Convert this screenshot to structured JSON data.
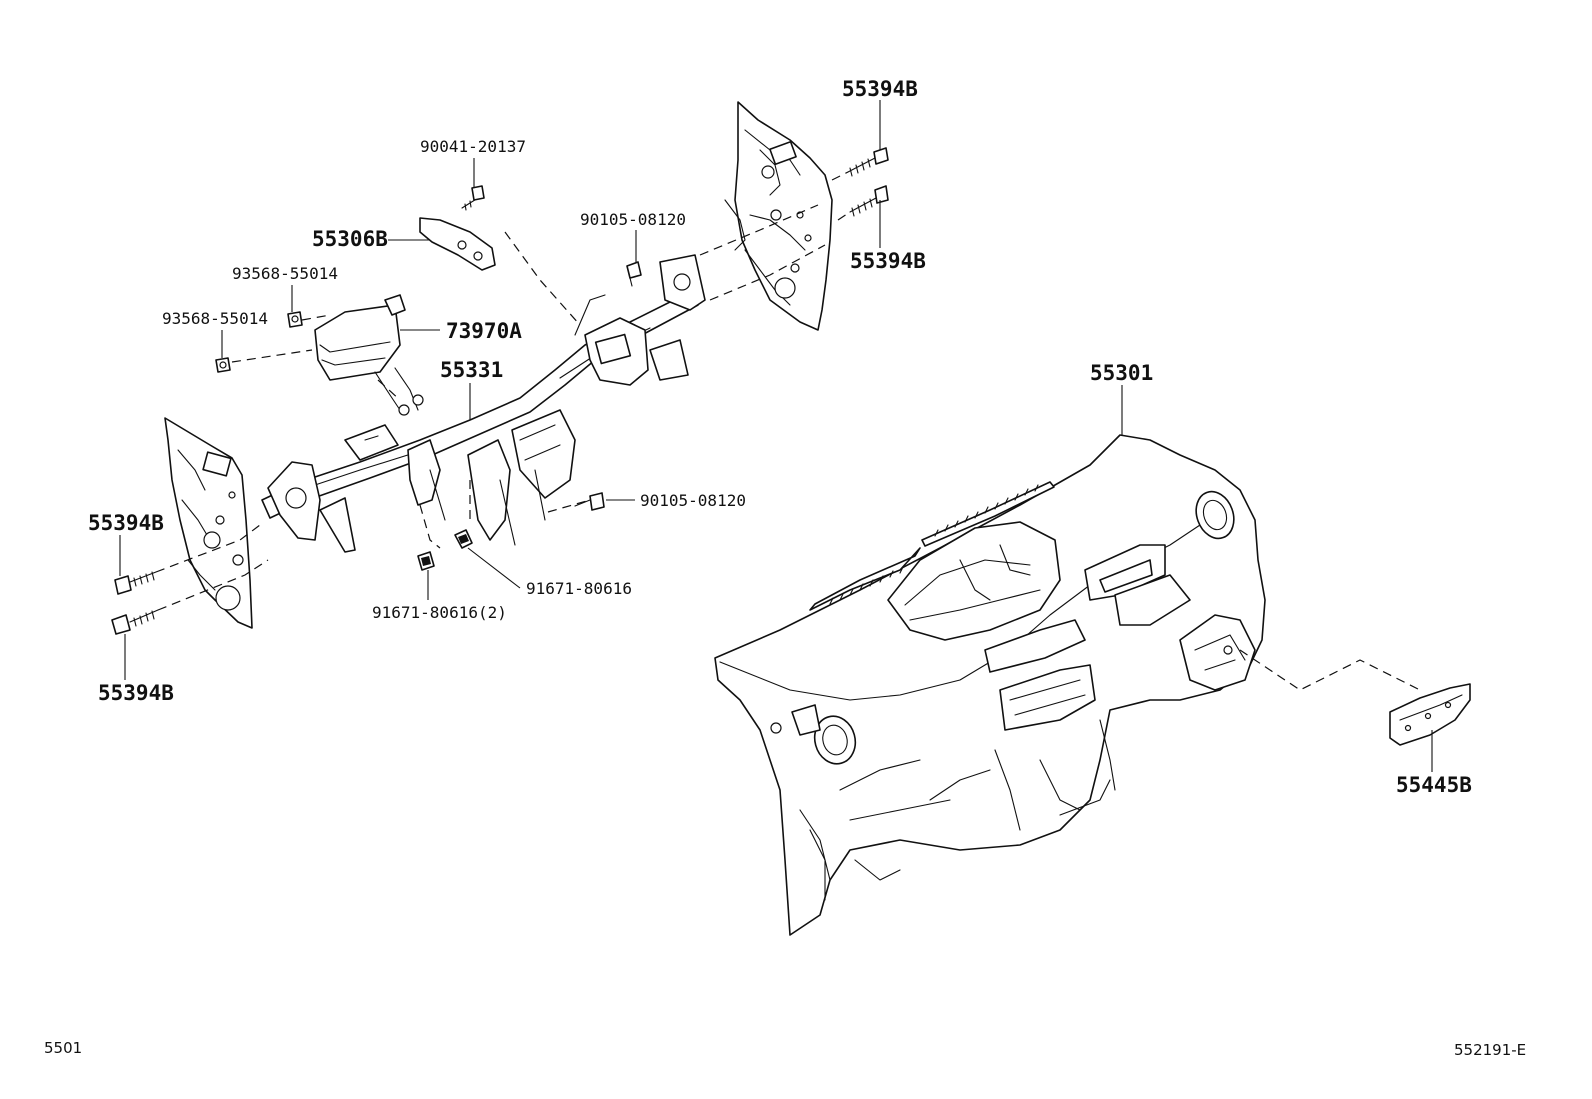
{
  "labels": {
    "bolt_r_upper": "55394B",
    "bolt_r_lower": "55394B",
    "bolt_l_upper": "55394B",
    "bolt_l_lower": "55394B",
    "screw_top": "90041-20137",
    "bracket": "55306B",
    "bolt_mid": "90105-08120",
    "bolt_mid_low": "90105-08120",
    "nut_a": "93568-55014",
    "nut_b": "93568-55014",
    "airbag": "73970A",
    "reinforcement": "55331",
    "panel": "55301",
    "clip_a": "91671-80616",
    "clip_b": "91671-80616(2)",
    "pad": "55445B"
  },
  "footer": {
    "page_code": "5501",
    "figure_code": "552191-E"
  }
}
